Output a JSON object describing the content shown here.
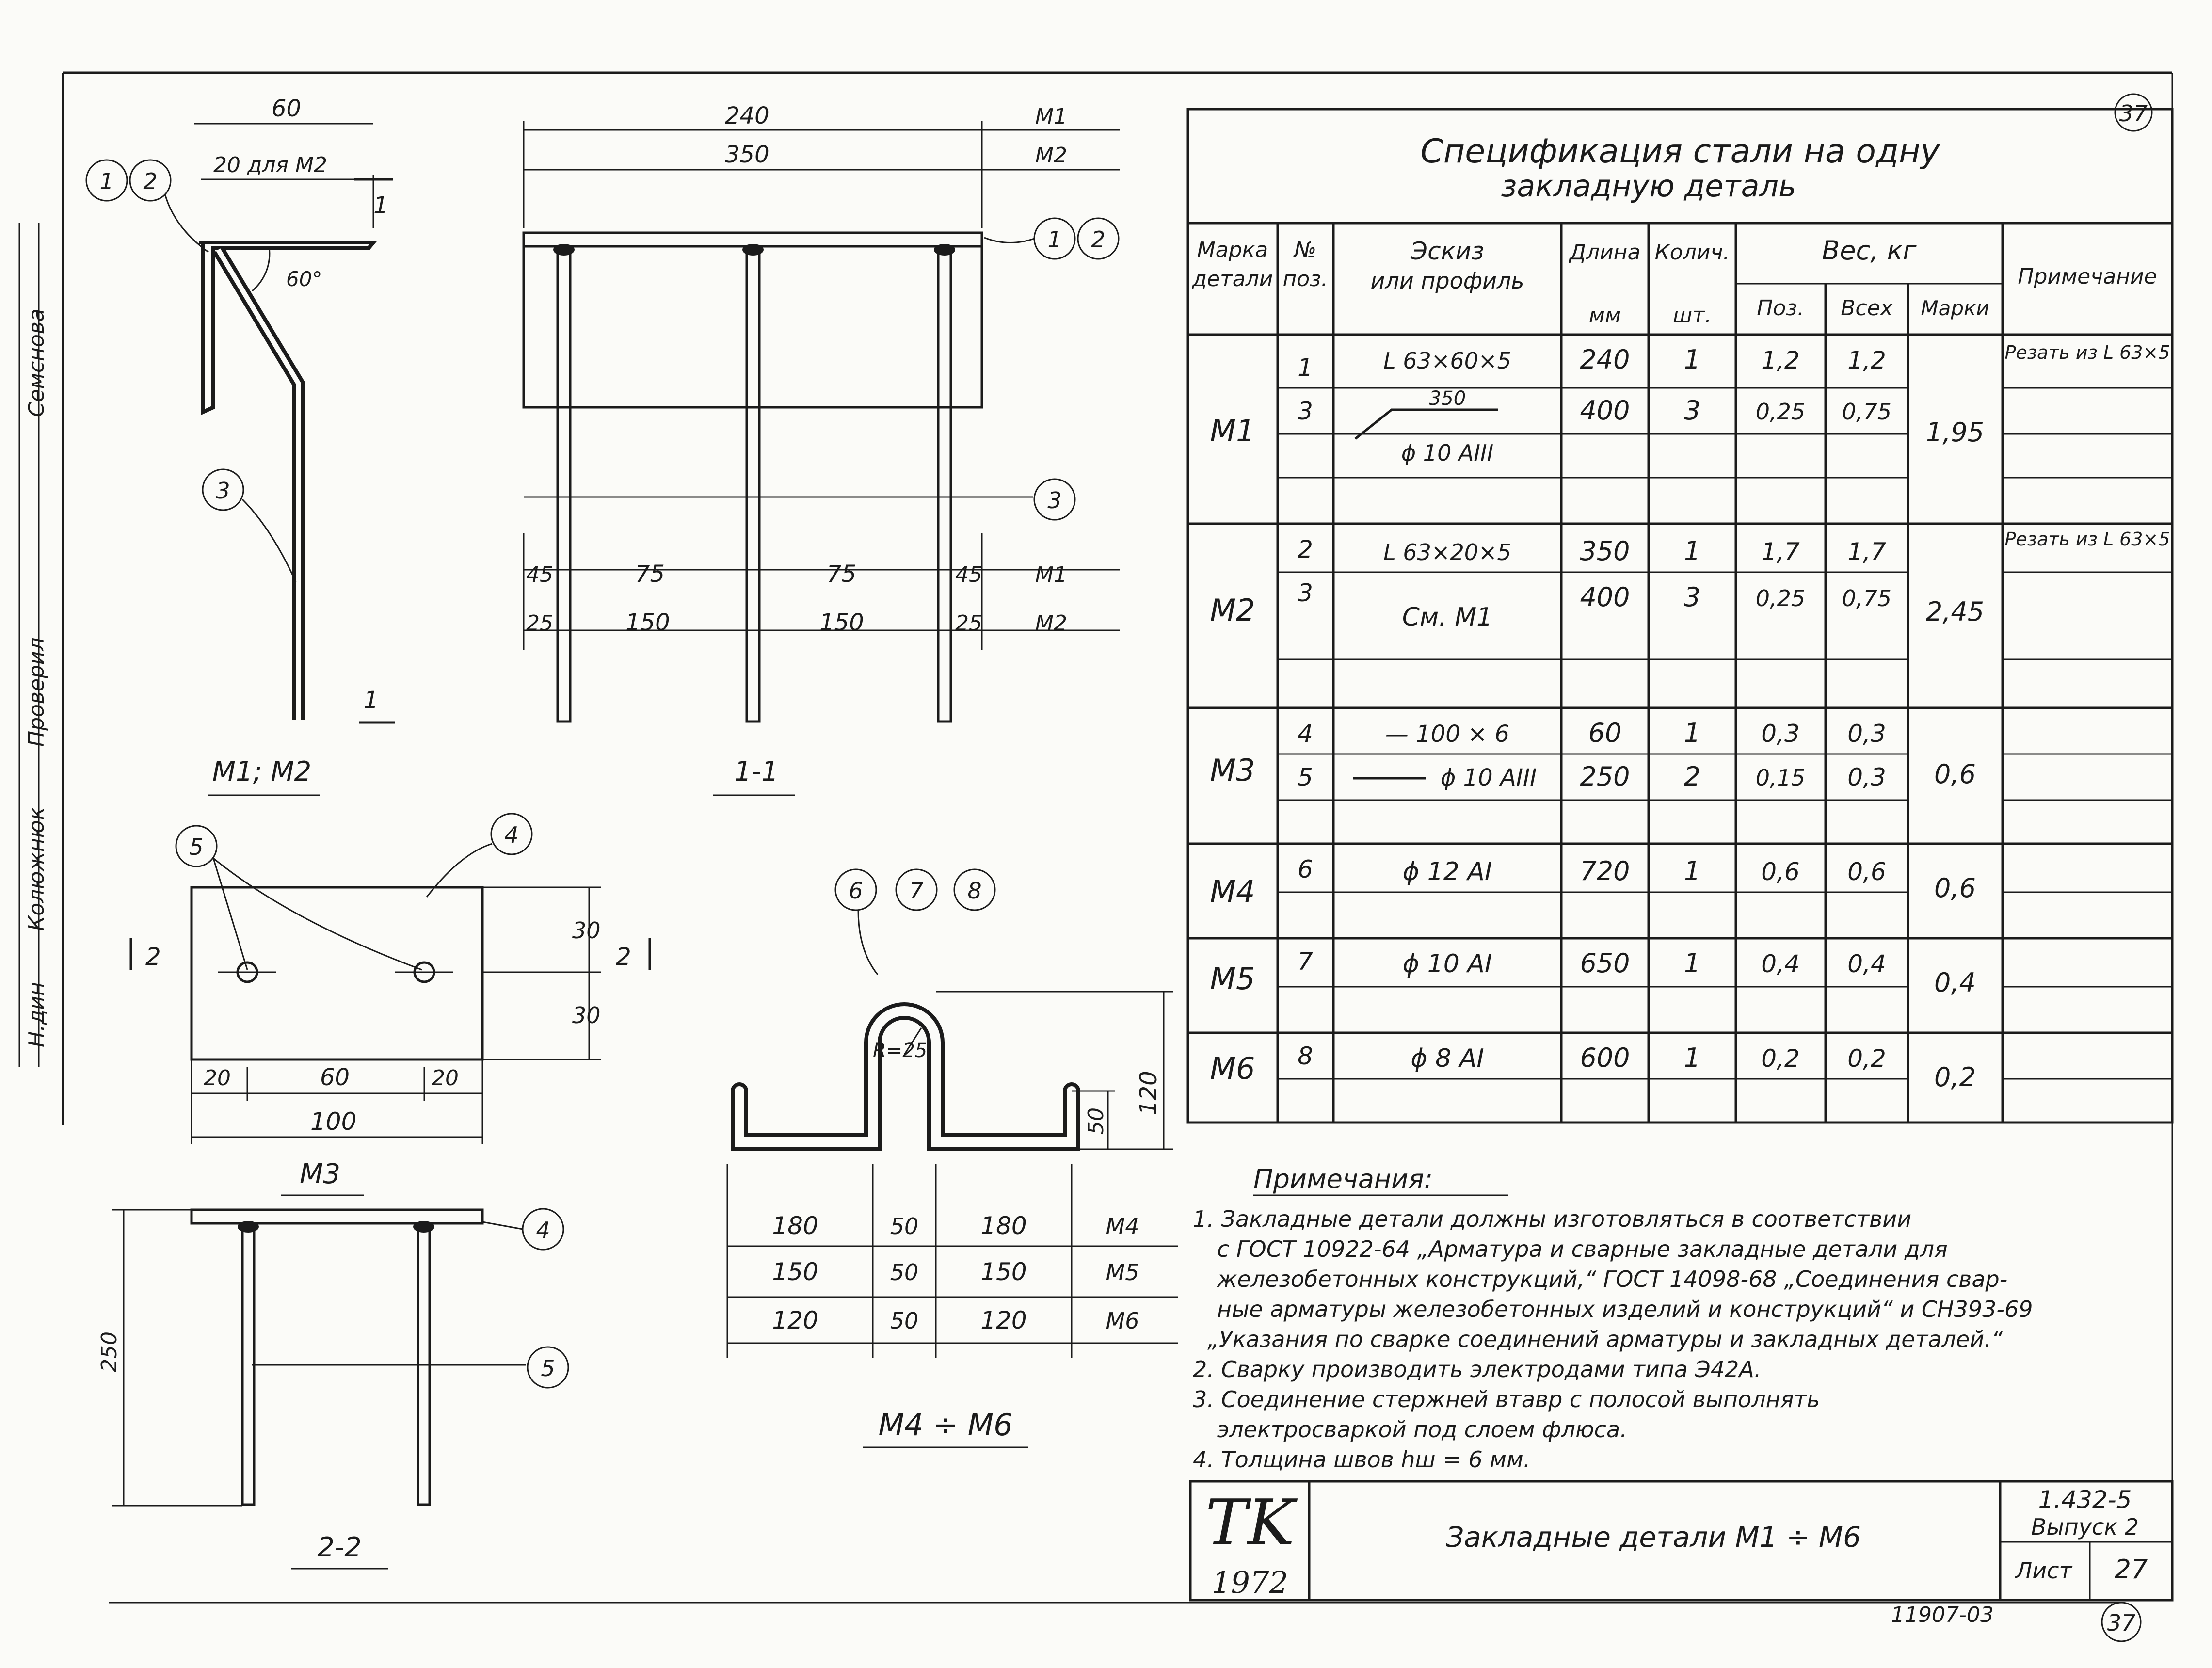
{
  "sheet_marks": {
    "top": "37",
    "bottom": "37",
    "inventory": "11907-03"
  },
  "side_stamp": {
    "col1": "Семснова",
    "col2": "Проверил",
    "col3": "Колюжнюк",
    "col4": "Н.дин"
  },
  "drawing1": {
    "title": "M1; M2",
    "dims": {
      "d60": "60",
      "d20": "20 для M2",
      "angle": "60°",
      "section": "1"
    },
    "callouts": [
      "1",
      "2",
      "3"
    ]
  },
  "drawing2": {
    "title": "1-1",
    "dims": {
      "top1": "240",
      "top2": "350",
      "m1": "M1",
      "m2": "M2",
      "r1_45a": "45",
      "r1_75a": "75",
      "r1_75b": "75",
      "r1_45b": "45",
      "r1_m": "M1",
      "r2_25a": "25",
      "r2_150a": "150",
      "r2_150b": "150",
      "r2_25b": "25",
      "r2_m": "M2"
    },
    "callouts": [
      "1",
      "2",
      "3"
    ]
  },
  "drawing3": {
    "title": "M3",
    "dims": {
      "h30a": "30",
      "h30b": "30",
      "w20a": "20",
      "w60": "60",
      "w20b": "20",
      "w100": "100",
      "sec": "2"
    },
    "callouts": [
      "5",
      "4"
    ]
  },
  "drawing4": {
    "title": "2-2",
    "dims": {
      "h250": "250"
    },
    "callouts": [
      "4",
      "5"
    ]
  },
  "drawing5": {
    "title": "M4 ÷ M6",
    "dims": {
      "radius": "R=25",
      "h50": "50",
      "h120": "120"
    },
    "callouts": [
      "6",
      "7",
      "8"
    ],
    "rows": [
      {
        "a": "180",
        "b": "50",
        "c": "180",
        "m": "M4"
      },
      {
        "a": "150",
        "b": "50",
        "c": "150",
        "m": "M5"
      },
      {
        "a": "120",
        "b": "50",
        "c": "120",
        "m": "M6"
      }
    ]
  },
  "spec": {
    "title_l1": "Спецификация стали на одну",
    "title_l2": "закладную деталь",
    "headers": {
      "mark_l1": "Марка",
      "mark_l2": "детали",
      "pos_l1": "№",
      "pos_l2": "поз.",
      "sketch_l1": "Эскиз",
      "sketch_l2": "или профиль",
      "len_l1": "Длина",
      "len_l2": "мм",
      "qty_l1": "Колич.",
      "qty_l2": "шт.",
      "weight": "Вес, кг",
      "w_pos": "Поз.",
      "w_all": "Всех",
      "w_mark": "Марки",
      "note": "Примечание"
    },
    "groups": [
      {
        "mark": "M1",
        "total": "1,95",
        "rows": [
          {
            "pos": "1",
            "sketch": "L 63×60×5",
            "len": "240",
            "qty": "1",
            "wpos": "1,2",
            "wall": "1,2",
            "note": "Резать из L 63×5"
          },
          {
            "pos": "3",
            "sketch": "350",
            "sketch2": "ϕ 10 AIII",
            "len": "400",
            "qty": "3",
            "wpos": "0,25",
            "wall": "0,75",
            "note": ""
          }
        ]
      },
      {
        "mark": "M2",
        "total": "2,45",
        "rows": [
          {
            "pos": "2",
            "sketch": "L 63×20×5",
            "len": "350",
            "qty": "1",
            "wpos": "1,7",
            "wall": "1,7",
            "note": "Резать из L 63×5"
          },
          {
            "pos": "3",
            "sketch": "См. M1",
            "len": "400",
            "qty": "3",
            "wpos": "0,25",
            "wall": "0,75",
            "note": ""
          }
        ]
      },
      {
        "mark": "M3",
        "total": "0,6",
        "rows": [
          {
            "pos": "4",
            "sketch": "— 100 × 6",
            "len": "60",
            "qty": "1",
            "wpos": "0,3",
            "wall": "0,3",
            "note": ""
          },
          {
            "pos": "5",
            "sketch": "ϕ 10 AIII",
            "len": "250",
            "qty": "2",
            "wpos": "0,15",
            "wall": "0,3",
            "note": ""
          }
        ]
      },
      {
        "mark": "M4",
        "total": "0,6",
        "rows": [
          {
            "pos": "6",
            "sketch": "ϕ 12 AI",
            "len": "720",
            "qty": "1",
            "wpos": "0,6",
            "wall": "0,6",
            "note": ""
          }
        ]
      },
      {
        "mark": "M5",
        "total": "0,4",
        "rows": [
          {
            "pos": "7",
            "sketch": "ϕ 10 AI",
            "len": "650",
            "qty": "1",
            "wpos": "0,4",
            "wall": "0,4",
            "note": ""
          }
        ]
      },
      {
        "mark": "M6",
        "total": "0,2",
        "rows": [
          {
            "pos": "8",
            "sketch": "ϕ 8 AI",
            "len": "600",
            "qty": "1",
            "wpos": "0,2",
            "wall": "0,2",
            "note": ""
          }
        ]
      }
    ]
  },
  "notes": {
    "heading": "Примечания:",
    "lines": [
      "1. Закладные детали должны изготовляться в соответствии",
      "с ГОСТ 10922-64 „Арматура и сварные закладные детали для",
      "железобетонных конструкций,“ ГОСТ 14098-68 „Соединения свар-",
      "ные арматуры железобетонных изделий и конструкций“ и СН393-69",
      "„Указания по сварке соединений арматуры и закладных деталей.“",
      "2. Сварку производить электродами типа Э42А.",
      "3. Соединение стержней втавр с полосой выполнять",
      "электросваркой под слоем флюса.",
      "4. Толщина швов hш = 6 мм."
    ]
  },
  "titleblock": {
    "logo": "TK",
    "year": "1972",
    "name": "Закладные детали M1 ÷ M6",
    "code": "1.432-5",
    "issue": "Выпуск 2",
    "sheet_label": "Лист",
    "sheet_no": "27"
  }
}
